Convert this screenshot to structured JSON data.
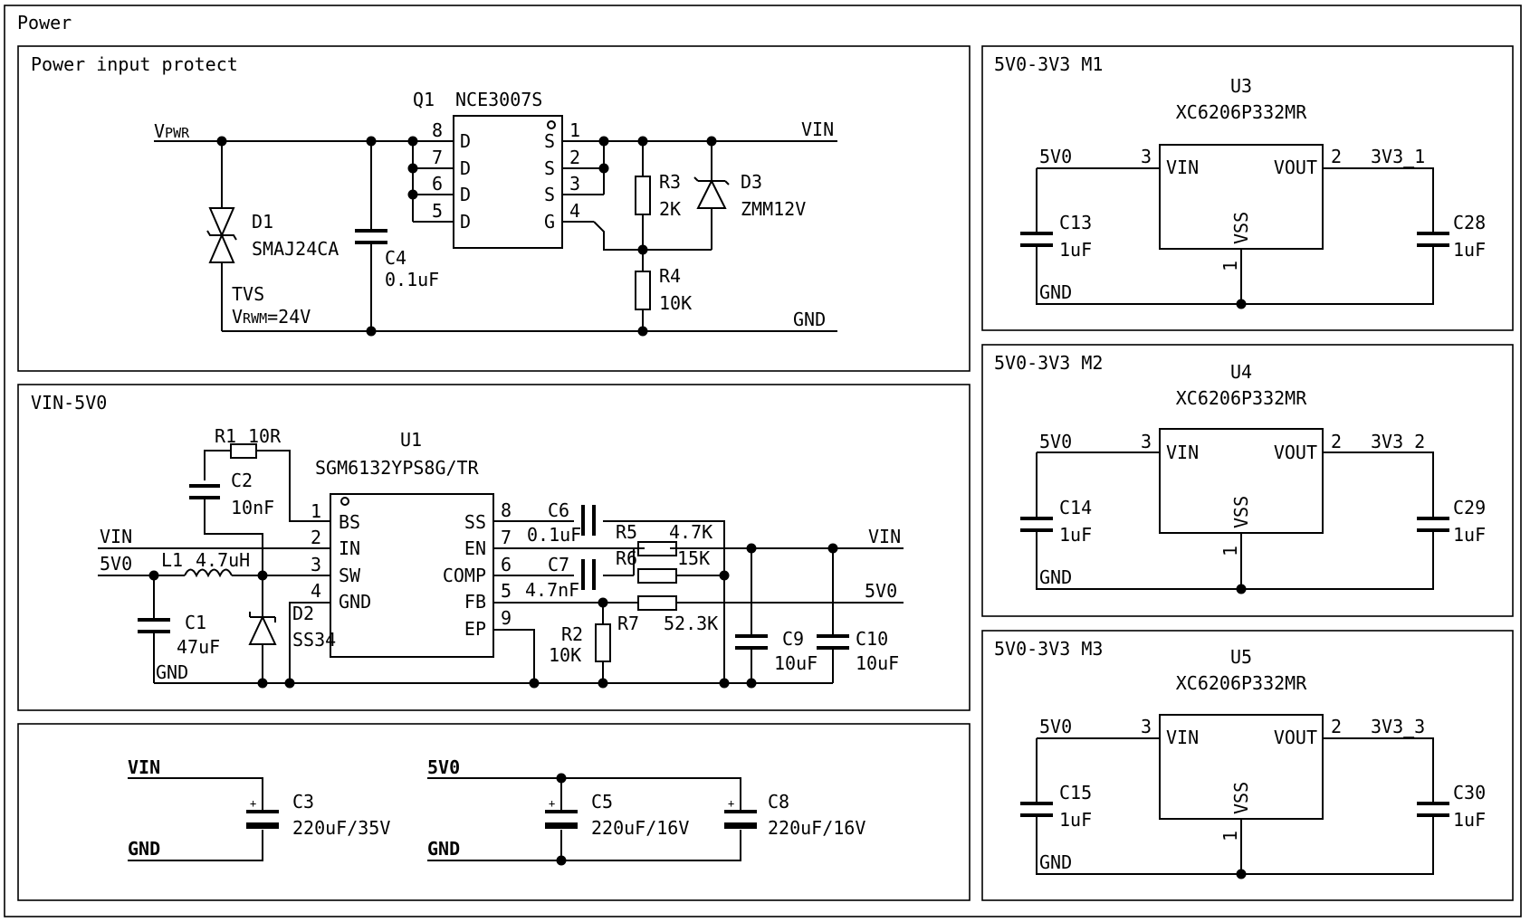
{
  "sheet": {
    "title": "Power"
  },
  "sections": {
    "protect": "Power input protect",
    "buck": "VIN-5V0",
    "ldo1": "5V0-3V3 M1",
    "ldo2": "5V0-3V3 M2",
    "ldo3": "5V0-3V3 M3"
  },
  "protect": {
    "net_vpwr_main": "V",
    "net_vpwr_sub": "PWR",
    "net_vin": "VIN",
    "net_gnd": "GND",
    "q1": {
      "ref": "Q1",
      "value": "NCE3007S",
      "left_pins": [
        {
          "num": "8",
          "name": "D"
        },
        {
          "num": "7",
          "name": "D"
        },
        {
          "num": "6",
          "name": "D"
        },
        {
          "num": "5",
          "name": "D"
        }
      ],
      "right_pins": [
        {
          "num": "1",
          "name": "S"
        },
        {
          "num": "2",
          "name": "S"
        },
        {
          "num": "3",
          "name": "S"
        },
        {
          "num": "4",
          "name": "G"
        }
      ]
    },
    "d1": {
      "ref": "D1",
      "value": "SMAJ24CA",
      "note1": "TVS",
      "note2_main": "V",
      "note2_sub": "RWM",
      "note2_tail": "=24V"
    },
    "c4": {
      "ref": "C4",
      "value": "0.1uF"
    },
    "r3": {
      "ref": "R3",
      "value": "2K"
    },
    "r4": {
      "ref": "R4",
      "value": "10K"
    },
    "d3": {
      "ref": "D3",
      "value": "ZMM12V"
    }
  },
  "buck": {
    "u1": {
      "ref": "U1",
      "value": "SGM6132YPS8G/TR",
      "left_pins": [
        {
          "num": "1",
          "name": "BS"
        },
        {
          "num": "2",
          "name": "IN"
        },
        {
          "num": "3",
          "name": "SW"
        },
        {
          "num": "4",
          "name": "GND"
        }
      ],
      "right_pins": [
        {
          "num": "8",
          "name": "SS"
        },
        {
          "num": "7",
          "name": "EN"
        },
        {
          "num": "6",
          "name": "COMP"
        },
        {
          "num": "5",
          "name": "FB"
        },
        {
          "num": "9",
          "name": "EP"
        }
      ]
    },
    "r1": {
      "ref": "R1",
      "value": "10R"
    },
    "c2": {
      "ref": "C2",
      "value": "10nF"
    },
    "l1": {
      "ref": "L1",
      "value": "4.7uH"
    },
    "c1": {
      "ref": "C1",
      "value": "47uF"
    },
    "d2": {
      "ref": "D2",
      "value": "SS34"
    },
    "c6": {
      "ref": "C6",
      "value": "0.1uF"
    },
    "c7": {
      "ref": "C7",
      "value": "4.7nF"
    },
    "r5": {
      "ref": "R5",
      "value": "4.7K"
    },
    "r6": {
      "ref": "R6",
      "value": "15K"
    },
    "r7": {
      "ref": "R7",
      "value": "52.3K"
    },
    "r2": {
      "ref": "R2",
      "value": "10K"
    },
    "c9": {
      "ref": "C9",
      "value": "10uF"
    },
    "c10": {
      "ref": "C10",
      "value": "10uF"
    },
    "net_vin_left": "VIN",
    "net_5v0_left": "5V0",
    "net_gnd": "GND",
    "net_vin_right": "VIN",
    "net_5v0_right": "5V0"
  },
  "bulk": {
    "net_vin": "VIN",
    "net_gnd1": "GND",
    "net_5v0": "5V0",
    "net_gnd2": "GND",
    "c3": {
      "ref": "C3",
      "value": "220uF/35V"
    },
    "c5": {
      "ref": "C5",
      "value": "220uF/16V"
    },
    "c8": {
      "ref": "C8",
      "value": "220uF/16V"
    }
  },
  "ldo": [
    {
      "ref": "U3",
      "value": "XC6206P332MR",
      "in_net": "5V0",
      "out_net": "3V3_1",
      "gnd_net": "GND",
      "pin_in": "3",
      "pin_out": "2",
      "pin_gnd": "1",
      "name_in": "VIN",
      "name_out": "VOUT",
      "name_gnd": "VSS",
      "cin": {
        "ref": "C13",
        "value": "1uF"
      },
      "cout": {
        "ref": "C28",
        "value": "1uF"
      }
    },
    {
      "ref": "U4",
      "value": "XC6206P332MR",
      "in_net": "5V0",
      "out_net": "3V3_2",
      "gnd_net": "GND",
      "pin_in": "3",
      "pin_out": "2",
      "pin_gnd": "1",
      "name_in": "VIN",
      "name_out": "VOUT",
      "name_gnd": "VSS",
      "cin": {
        "ref": "C14",
        "value": "1uF"
      },
      "cout": {
        "ref": "C29",
        "value": "1uF"
      }
    },
    {
      "ref": "U5",
      "value": "XC6206P332MR",
      "in_net": "5V0",
      "out_net": "3V3_3",
      "gnd_net": "GND",
      "pin_in": "3",
      "pin_out": "2",
      "pin_gnd": "1",
      "name_in": "VIN",
      "name_out": "VOUT",
      "name_gnd": "VSS",
      "cin": {
        "ref": "C15",
        "value": "1uF"
      },
      "cout": {
        "ref": "C30",
        "value": "1uF"
      }
    }
  ]
}
